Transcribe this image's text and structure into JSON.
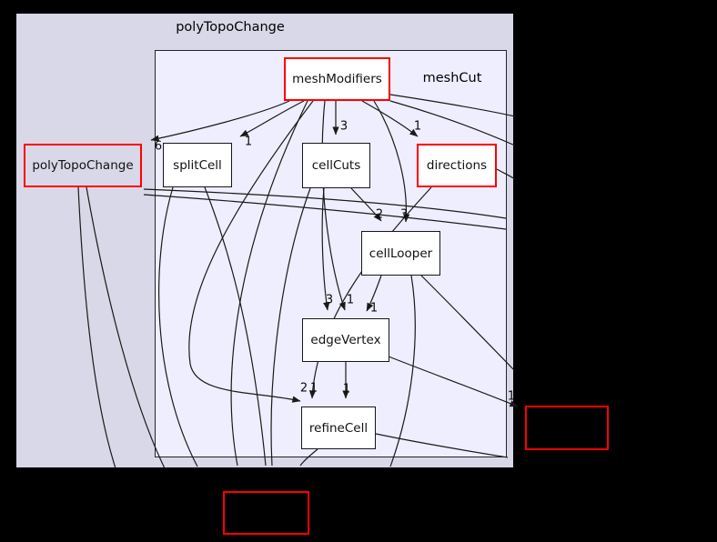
{
  "diagram_type": "directory-dependency-graph",
  "clusters": {
    "outer_label": "polyTopoChange",
    "inner_label": "meshCut"
  },
  "nodes": {
    "meshModifiers": "meshModifiers",
    "polyTopoChange": "polyTopoChange",
    "splitCell": "splitCell",
    "cellCuts": "cellCuts",
    "directions": "directions",
    "cellLooper": "cellLooper",
    "edgeVertex": "edgeVertex",
    "refineCell": "refineCell",
    "external_bottom": "",
    "external_right": ""
  },
  "edge_labels": {
    "to_polyTopoChange": "6",
    "to_splitCell": "1",
    "to_cellCuts": "3",
    "to_directions": "1",
    "to_cellLooper_left": "2",
    "to_cellLooper_right": "3",
    "to_edgeVertex_left": "3",
    "to_edgeVertex_mid": "1",
    "to_edgeVertex_right": "1",
    "to_refineCell_left_a": "2",
    "to_refineCell_left_b": "1",
    "to_refineCell_mid": "1",
    "to_external_right": "1"
  },
  "colors": {
    "background": "#000000",
    "outer_cluster_fill": "#d8d8e8",
    "inner_cluster_fill": "#eeeeff",
    "node_fill": "#ffffff",
    "node_border": "#16161c",
    "highlight_border": "#ff0000",
    "edge": "#1a1a1a",
    "text": "#000000"
  }
}
